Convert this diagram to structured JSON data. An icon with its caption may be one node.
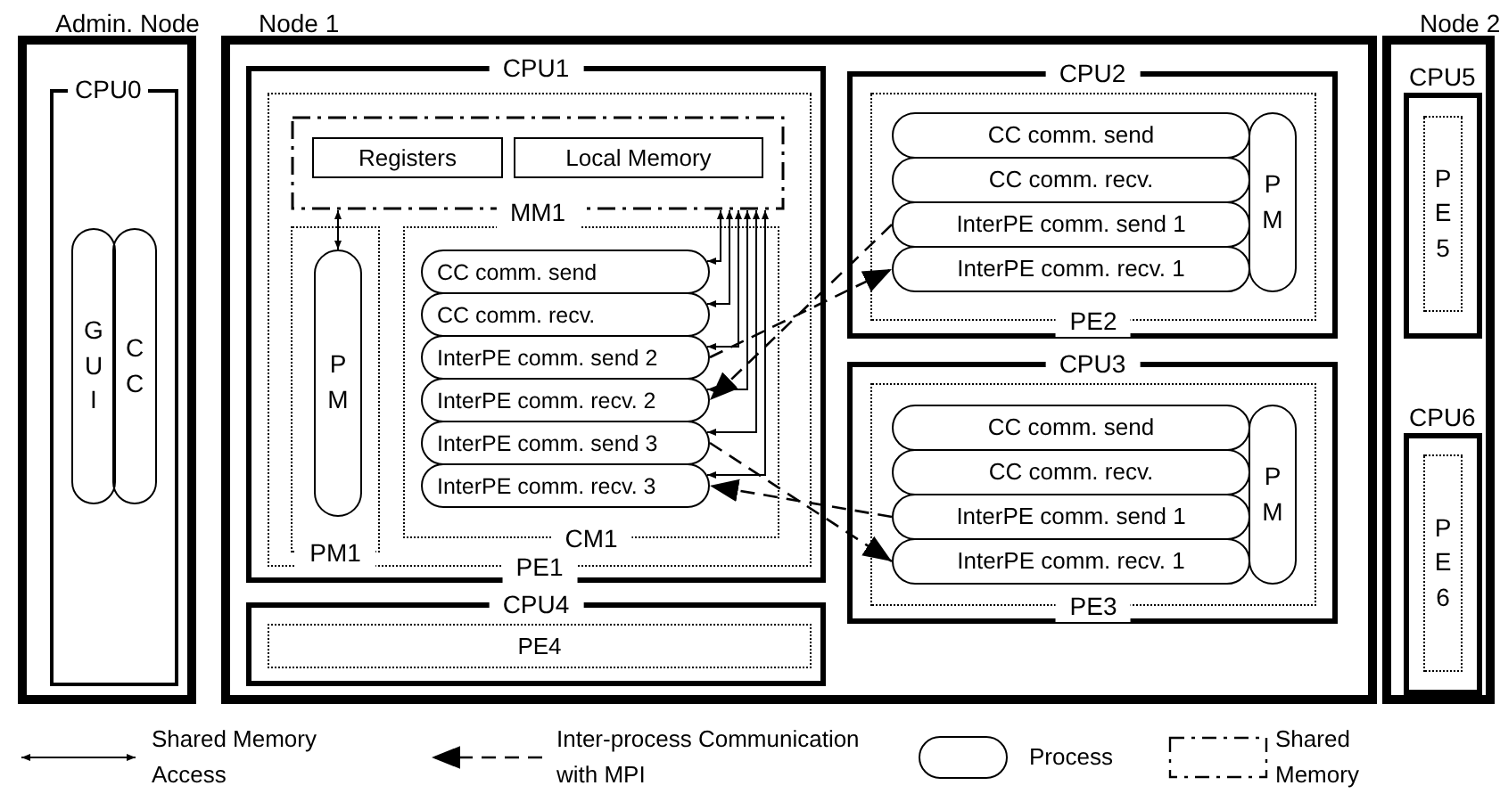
{
  "diagram": {
    "nodes": [
      {
        "text": [
          "Admin. Node"
        ]
      },
      {
        "text": [
          "CPU0"
        ],
        "in": 0
      },
      {
        "text": [
          "GUI"
        ],
        "in": 1
      },
      {
        "text": [
          "CC"
        ],
        "in": 1
      },
      {
        "text": [
          "Node 1"
        ]
      },
      {
        "text": [
          "CPU1"
        ],
        "in": 4
      },
      {
        "text": [
          "PE1"
        ],
        "in": 5
      },
      {
        "text": [
          "MM1"
        ],
        "in": 6
      },
      {
        "text": [
          "Registers"
        ],
        "in": 7
      },
      {
        "text": [
          "Local Memory"
        ],
        "in": 7
      },
      {
        "text": [
          "PM1"
        ],
        "in": 6
      },
      {
        "text": [
          "PM"
        ],
        "in": 10
      },
      {
        "text": [
          "CM1"
        ],
        "in": 6
      },
      {
        "text": [
          "CC comm. send"
        ],
        "in": 12
      },
      {
        "text": [
          "CC comm. recv."
        ],
        "in": 12
      },
      {
        "text": [
          "InterPE comm. send 2"
        ],
        "in": 12
      },
      {
        "text": [
          "InterPE comm. recv. 2"
        ],
        "in": 12
      },
      {
        "text": [
          "InterPE comm. send 3"
        ],
        "in": 12
      },
      {
        "text": [
          "InterPE comm. recv. 3"
        ],
        "in": 12
      },
      {
        "text": [
          "CPU2"
        ],
        "in": 4
      },
      {
        "text": [
          "PE2"
        ],
        "in": 19
      },
      {
        "text": [
          "CC comm. send"
        ],
        "in": 20
      },
      {
        "text": [
          "CC comm. recv."
        ],
        "in": 20
      },
      {
        "text": [
          "InterPE comm. send 1"
        ],
        "in": 20
      },
      {
        "text": [
          "InterPE comm. recv. 1"
        ],
        "in": 20
      },
      {
        "text": [
          "PM"
        ],
        "in": 20
      },
      {
        "text": [
          "CPU3"
        ],
        "in": 4
      },
      {
        "text": [
          "PE3"
        ],
        "in": 26
      },
      {
        "text": [
          "CC comm. send"
        ],
        "in": 27
      },
      {
        "text": [
          "CC comm. recv."
        ],
        "in": 27
      },
      {
        "text": [
          "InterPE comm. send 1"
        ],
        "in": 27
      },
      {
        "text": [
          "InterPE comm. recv. 1"
        ],
        "in": 27
      },
      {
        "text": [
          "PM"
        ],
        "in": 27
      },
      {
        "text": [
          "CPU4"
        ],
        "in": 4
      },
      {
        "text": [
          "PE4"
        ],
        "in": 33
      },
      {
        "text": [
          "Node 2"
        ]
      },
      {
        "text": [
          "CPU5"
        ],
        "in": 35
      },
      {
        "text": [
          "PE5"
        ],
        "in": 36
      },
      {
        "text": [
          "CPU6"
        ],
        "in": 35
      },
      {
        "text": [
          "PE6"
        ],
        "in": 38
      }
    ],
    "edges": [
      {
        "from": 7,
        "to": 11,
        "arrow": "both"
      },
      {
        "from": 7,
        "to": 13,
        "arrow": "both"
      },
      {
        "from": 7,
        "to": 14,
        "arrow": "both"
      },
      {
        "from": 7,
        "to": 15,
        "arrow": "both"
      },
      {
        "from": 7,
        "to": 16,
        "arrow": "both"
      },
      {
        "from": 7,
        "to": 17,
        "arrow": "both"
      },
      {
        "from": 7,
        "to": 18,
        "arrow": "both"
      },
      {
        "from": 15,
        "to": 24,
        "arrow": "to",
        "style": "dashed"
      },
      {
        "from": 23,
        "to": 16,
        "arrow": "to",
        "style": "dashed"
      },
      {
        "from": 17,
        "to": 31,
        "arrow": "to",
        "style": "dashed"
      },
      {
        "from": 30,
        "to": 18,
        "arrow": "to",
        "style": "dashed"
      }
    ],
    "legend": [
      {
        "text": "Shared Memory Access"
      },
      {
        "text": "Inter-process Communication with MPI"
      },
      {
        "text": "Process"
      },
      {
        "text": "Shared Memory"
      }
    ]
  }
}
